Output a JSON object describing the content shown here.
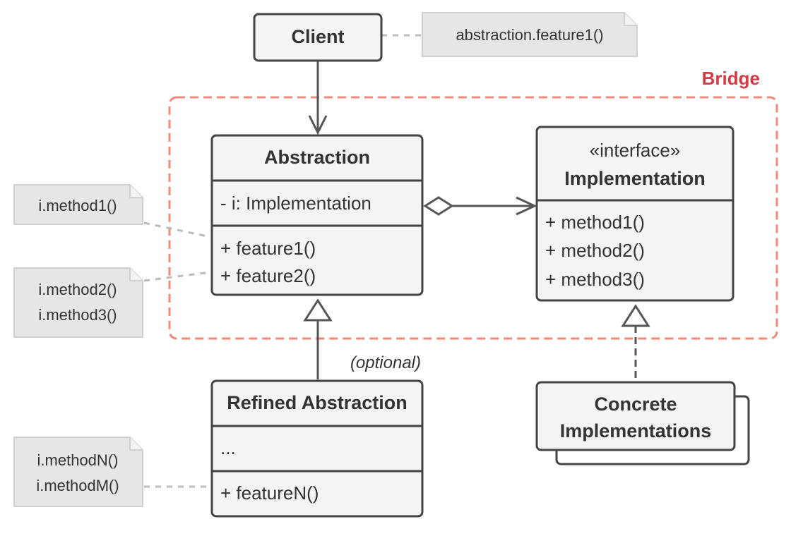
{
  "colors": {
    "line": "#444444",
    "box_fill": "#f4f4f4",
    "note_fill": "#e6e6e6",
    "bridge": "#f2897a",
    "bridge_label": "#d33b45"
  },
  "bridge": {
    "label": "Bridge"
  },
  "client": {
    "name": "Client"
  },
  "abstraction": {
    "name": "Abstraction",
    "field": "- i: Implementation",
    "methods": [
      "+ feature1()",
      "+ feature2()"
    ]
  },
  "implementation": {
    "stereotype": "«interface»",
    "name": "Implementation",
    "methods": [
      "+ method1()",
      "+ method2()",
      "+ method3()"
    ]
  },
  "refined_abstraction": {
    "name": "Refined Abstraction",
    "field": "...",
    "method": "+ featureN()"
  },
  "concrete": {
    "line1": "Concrete",
    "line2": "Implementations"
  },
  "optional_label": "(optional)",
  "notes": {
    "client": [
      "abstraction.feature1()"
    ],
    "feature1": [
      "i.method1()"
    ],
    "feature2": [
      "i.method2()",
      "i.method3()"
    ],
    "featureN": [
      "i.methodN()",
      "i.methodM()"
    ]
  }
}
